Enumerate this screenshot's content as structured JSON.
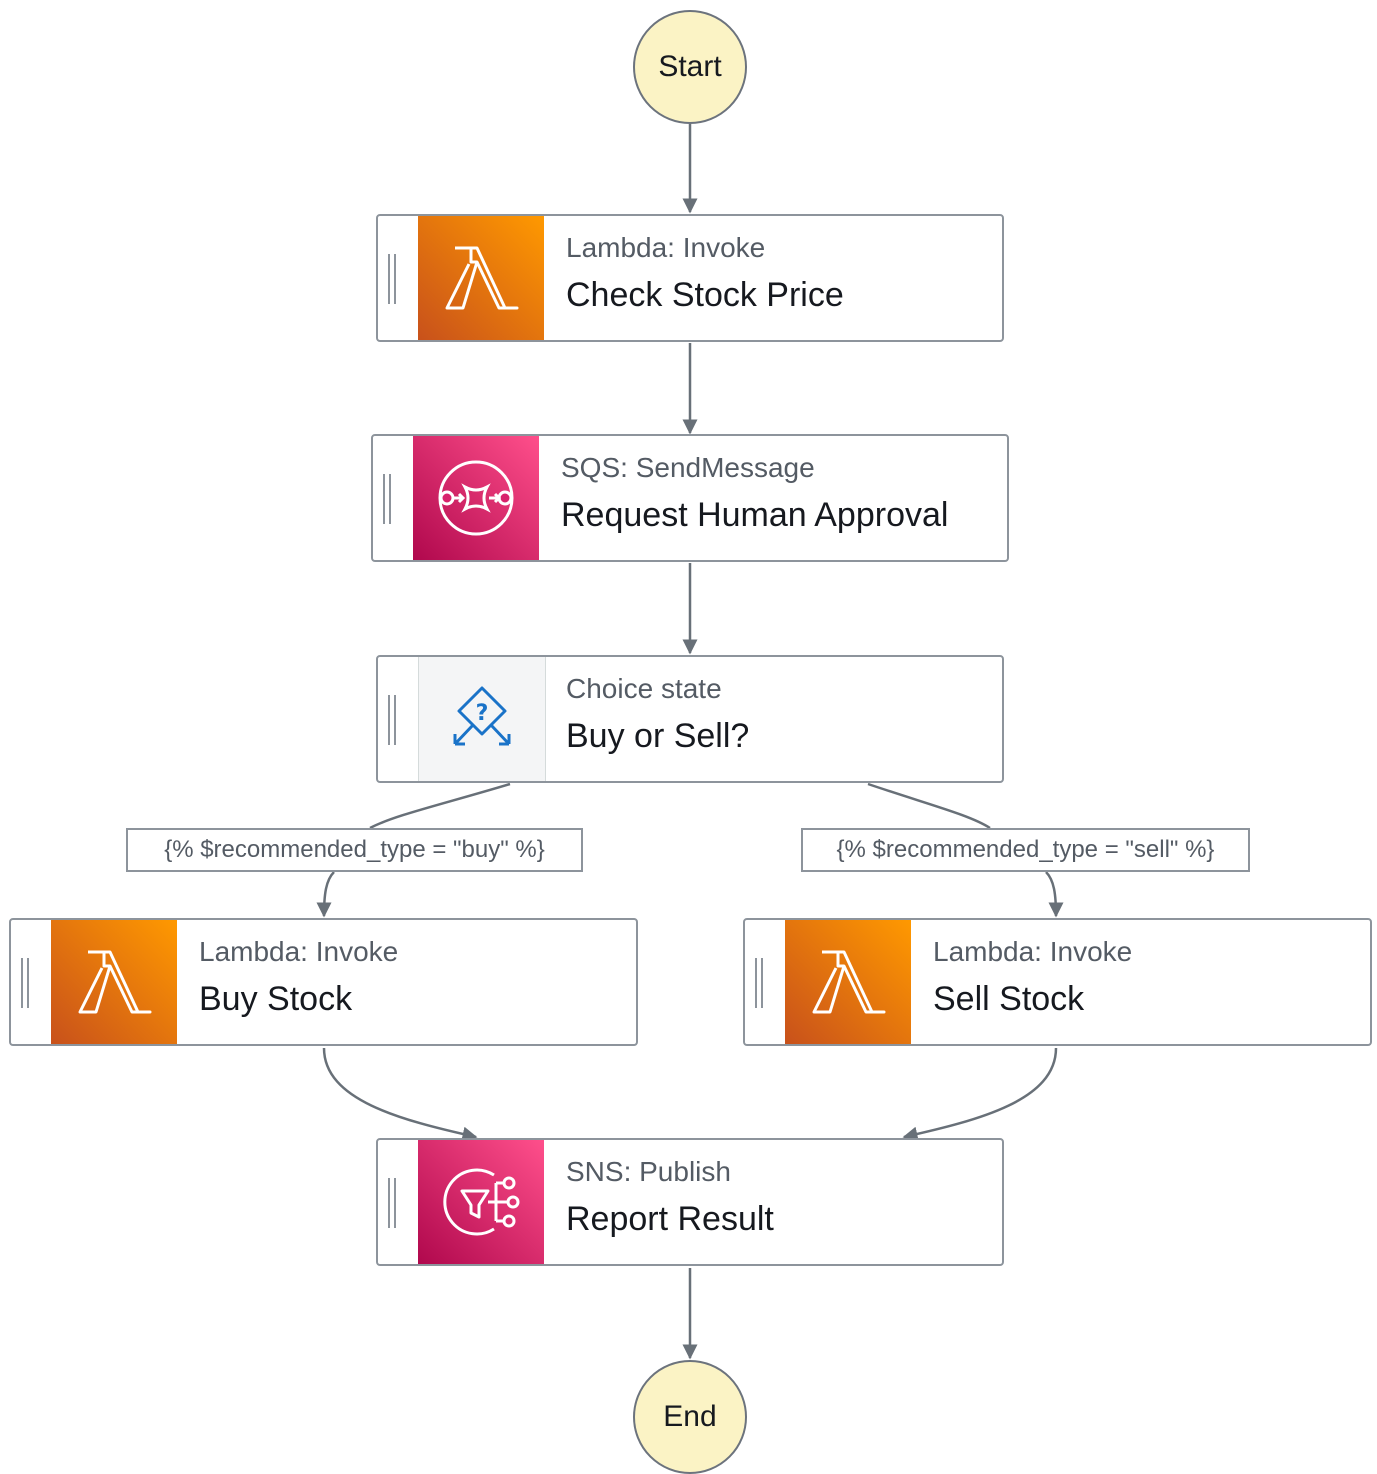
{
  "start": {
    "label": "Start"
  },
  "end": {
    "label": "End"
  },
  "states": {
    "check_price": {
      "type": "Lambda: Invoke",
      "name": "Check Stock Price",
      "icon": "lambda-icon"
    },
    "approval": {
      "type": "SQS: SendMessage",
      "name": "Request Human Approval",
      "icon": "sqs-icon"
    },
    "choice": {
      "type": "Choice state",
      "name": "Buy or Sell?",
      "icon": "choice-icon"
    },
    "buy": {
      "type": "Lambda: Invoke",
      "name": "Buy Stock",
      "icon": "lambda-icon"
    },
    "sell": {
      "type": "Lambda: Invoke",
      "name": "Sell Stock",
      "icon": "lambda-icon"
    },
    "report": {
      "type": "SNS: Publish",
      "name": "Report Result",
      "icon": "sns-icon"
    }
  },
  "conditions": {
    "buy": "{% $recommended_type = \"buy\" %}",
    "sell": "{% $recommended_type = \"sell\" %}"
  },
  "colors": {
    "terminal_fill": "#fbf3c5",
    "lambda_orange": "#ff9900",
    "messaging_pink": "#e7157b",
    "edge": "#687078"
  }
}
